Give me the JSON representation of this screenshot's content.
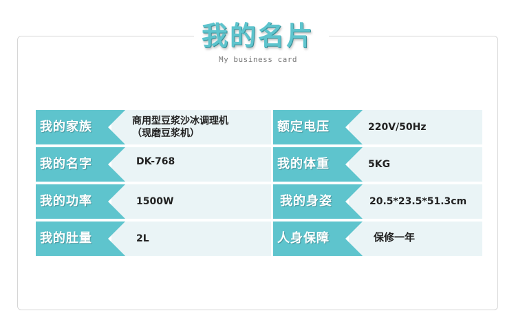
{
  "header": {
    "title": "我的名片",
    "subtitle": "My business card"
  },
  "left_column": [
    {
      "label": "我的家族",
      "value": "商用型豆浆沙冰调理机\n（现磨豆浆机）"
    },
    {
      "label": "我的名字",
      "value": "DK-768"
    },
    {
      "label": "我的功率",
      "value": "1500W"
    },
    {
      "label": "我的肚量",
      "value": "2L"
    }
  ],
  "right_column": [
    {
      "label": "额定电压",
      "value": "220V/50Hz"
    },
    {
      "label": "我的体重",
      "value": "5KG"
    },
    {
      "label": "我的身姿",
      "value": "20.5*23.5*51.3cm"
    },
    {
      "label": "人身保障",
      "value": "保修一年"
    }
  ],
  "colors": {
    "accent": "#5ec4cd",
    "value_bg": "#eaf4f6",
    "frame_border": "#d6d6d6"
  }
}
